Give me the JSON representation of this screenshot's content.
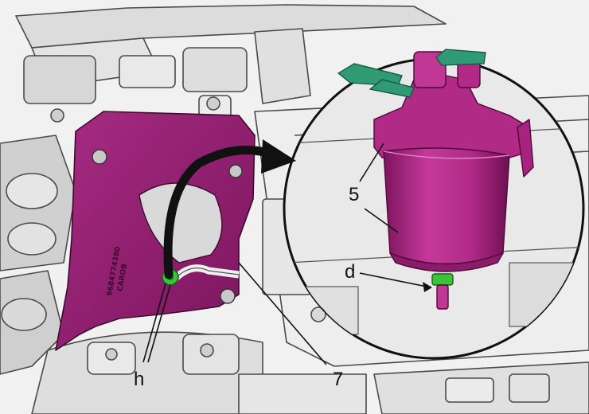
{
  "diagram": {
    "labels": {
      "filter": "5",
      "bracket": "7",
      "drain_screw": "d",
      "fixings": "h"
    },
    "part_marking": {
      "number": "9684774380",
      "brand": "CAROB"
    },
    "colors": {
      "bracket": "#8f1f70",
      "filter": "#b42a8a",
      "connector": "#2f9a73",
      "highlight": "#39c43a",
      "engine_line": "#4a4a4a"
    }
  }
}
